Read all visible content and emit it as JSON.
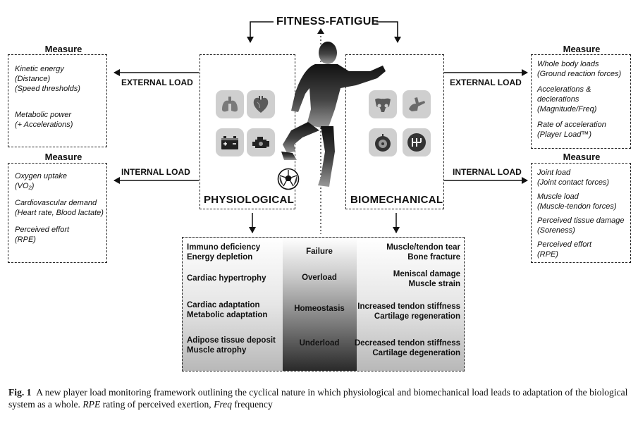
{
  "title": "FITNESS-FATIGUE",
  "left_top_measure": {
    "title": "Measure",
    "lines": [
      "Kinetic energy",
      "(Distance)",
      "(Speed thresholds)",
      "",
      "Metabolic power",
      "(+ Accelerations)"
    ]
  },
  "left_bottom_measure": {
    "title": "Measure",
    "lines": [
      "Oxygen uptake",
      "(VO₂)",
      "Cardiovascular demand",
      "(Heart rate, Blood lactate)",
      "Perceived effort",
      "(RPE)"
    ]
  },
  "right_top_measure": {
    "title": "Measure",
    "lines": [
      "Whole body loads",
      "(Ground reaction forces)",
      "Accelerations &",
      "declerations",
      "(Magnitude/Freq)",
      "Rate of acceleration",
      "(Player Load™)"
    ]
  },
  "right_bottom_measure": {
    "title": "Measure",
    "lines": [
      "Joint load",
      "(Joint contact forces)",
      "Muscle load",
      "(Muscle-tendon forces)",
      "Perceived tissue damage",
      "(Soreness)",
      "Perceived effort",
      "(RPE)"
    ]
  },
  "load_labels": {
    "left_external": "EXTERNAL LOAD",
    "left_internal": "INTERNAL LOAD",
    "right_external": "EXTERNAL LOAD",
    "right_internal": "INTERNAL LOAD"
  },
  "physiological_label": "PHYSIOLOGICAL",
  "biomechanical_label": "BIOMECHANICAL",
  "icons": {
    "physiological": [
      "lungs-icon",
      "heart-icon",
      "battery-icon",
      "engine-icon"
    ],
    "biomechanical": [
      "pelvis-icon",
      "foot-bones-icon",
      "tire-icon",
      "gear-shift-icon"
    ]
  },
  "adaptation_table": {
    "rows": [
      {
        "left": [
          "Immuno deficiency",
          "Energy depletion"
        ],
        "center": "Failure",
        "right": [
          "Muscle/tendon tear",
          "Bone fracture"
        ]
      },
      {
        "left": [
          "Cardiac hypertrophy"
        ],
        "center": "Overload",
        "right": [
          "Meniscal damage",
          "Muscle strain"
        ]
      },
      {
        "left": [
          "Cardiac adaptation",
          "Metabolic adaptation"
        ],
        "center": "Homeostasis",
        "right": [
          "Increased tendon stiffness",
          "Cartilage regeneration"
        ]
      },
      {
        "left": [
          "Adipose tissue deposit",
          "Muscle atrophy"
        ],
        "center": "Underload",
        "right": [
          "Decreased tendon stiffness",
          "Cartilage degeneration"
        ]
      }
    ]
  },
  "caption": {
    "label": "Fig. 1",
    "text_1": "A new player load monitoring framework outlining the cyclical nature in which physiological and biomechanical load leads to adaptation of the biological system as a whole.",
    "abbr_1": "RPE",
    "text_2": "rating of perceived exertion,",
    "abbr_2": "Freq",
    "text_3": "frequency"
  }
}
